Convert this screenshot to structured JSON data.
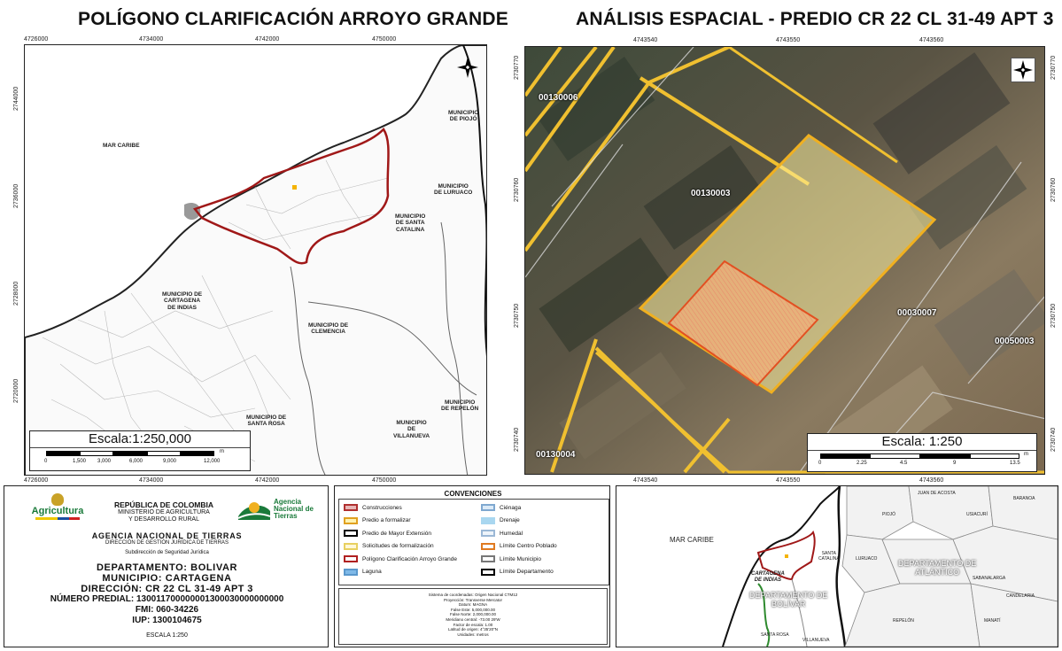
{
  "left_map": {
    "title": "POLÍGONO CLARIFICACIÓN ARROYO GRANDE",
    "x_ticks": [
      "4726000",
      "4734000",
      "4742000",
      "4750000"
    ],
    "y_ticks": [
      "2744000",
      "2736000",
      "2728000",
      "2720000"
    ],
    "labels": {
      "mar_caribe": "MAR CARIBE",
      "piojo": "MUNICIPIO\nDE PIOJÓ",
      "luruaco": "MUNICIPIO\nDE LURUACO",
      "santa_catalina": "MUNICIPIO\nDE SANTA\nCATALINA",
      "cartagena": "MUNICIPIO DE\nCARTAGENA\nDE INDIAS",
      "clemencia": "MUNICIPIO DE\nCLEMENCIA",
      "santa_rosa": "MUNICIPIO DE\nSANTA ROSA",
      "villanueva": "MUNICIPIO\nDE\nVILLANUEVA",
      "repelon": "MUNICIPIO\nDE REPELÓN"
    },
    "scale": {
      "text": "Escala:1:250,000",
      "marks": [
        "0",
        "1,500",
        "3,000",
        "6,000",
        "9,000",
        "12,000"
      ],
      "unit": "m"
    }
  },
  "right_map": {
    "title": "ANÁLISIS ESPACIAL - PREDIO CR 22 CL 31-49 APT 3",
    "x_ticks": [
      "4743540",
      "4743550",
      "4743560"
    ],
    "y_ticks": [
      "2730770",
      "2730760",
      "2730750",
      "2730740"
    ],
    "parcels": {
      "p1": "00130006",
      "p2": "00130003",
      "p3": "00030007",
      "p4": "00050003",
      "p5": "00130004"
    },
    "scale": {
      "text": "Escala: 1:250",
      "marks": [
        "0",
        "2.25",
        "4.5",
        "9",
        "13.5"
      ],
      "unit": "m"
    }
  },
  "info": {
    "logo_agricultura": "Agricultura",
    "logo_ant": "Agencia Nacional de Tierras",
    "republica": "REPÚBLICA DE COLOMBIA",
    "ministerio_1": "MINISTERIO DE AGRICULTURA",
    "ministerio_2": "Y DESARROLLO RURAL",
    "agencia": "AGENCIA NACIONAL DE TIERRAS",
    "direccion_gestion": "DIRECCIÓN DE GESTIÓN JURÍDICA DE TIERRAS",
    "subdireccion": "Subdirección de Seguridad Jurídica",
    "departamento": "DEPARTAMENTO: BOLIVAR",
    "municipio": "MUNICIPIO: CARTAGENA",
    "direccion": "DIRECCIÓN: CR 22 CL 31-49 APT 3",
    "predial": "NÚMERO PREDIAL: 130011700000001300030000000000",
    "fmi": "FMI: 060-34226",
    "iup": "IUP: 1300104675",
    "escala": "ESCALA 1:250"
  },
  "legend": {
    "title": "CONVENCIONES",
    "items_left": [
      {
        "label": "Construcciones",
        "fill": "#e8b7b7",
        "stroke": "#b03030"
      },
      {
        "label": "Predio a formalizar",
        "fill": "#fff3b0",
        "stroke": "#e0a020"
      },
      {
        "label": "Predio de Mayor Extensión",
        "fill": "#ffffff",
        "stroke": "#000000"
      },
      {
        "label": "Solicitudes de formalización",
        "fill": "#fff8d8",
        "stroke": "#e8d060"
      },
      {
        "label": "Polígono Clarificación Arroyo Grande",
        "fill": "#ffffff",
        "stroke": "#b02020"
      },
      {
        "label": "Laguna",
        "fill": "#7fb9e8",
        "stroke": "#5a98cc"
      }
    ],
    "items_right": [
      {
        "label": "Ciénaga",
        "fill": "#dbeaf7",
        "stroke": "#7fa8d0"
      },
      {
        "label": "Drenaje",
        "fill": "#a9d7f0",
        "stroke": "#a9d7f0"
      },
      {
        "label": "Humedal",
        "fill": "#eef4fa",
        "stroke": "#9bb8d6"
      },
      {
        "label": "Límite Centro Poblado",
        "fill": "#ffffff",
        "stroke": "#e07a20"
      },
      {
        "label": "Límite Municipio",
        "fill": "#ffffff",
        "stroke": "#777777"
      },
      {
        "label": "Límite Departamento",
        "fill": "#ffffff",
        "stroke": "#000000"
      }
    ],
    "coord_lines": [
      "Sistema de coordenadas: Origen Nacional CTM12",
      "Proyección: Transverse Mercator",
      "Datum: MAGNA",
      "False Este: 5,000,000.00",
      "False Norte: 2,000,000.00",
      "Meridiano central: -73.00 29'W",
      "Factor de escala: 1.00",
      "Latitud de origen: 4°35'20\"N",
      "Unidades: metros"
    ]
  },
  "locator": {
    "labels": {
      "mar_caribe": "MAR CARIBE",
      "juan_de_acosta": "JUAN DE ACOSTA",
      "baranoa": "BARANOA",
      "piojo": "PIOJÓ",
      "usiacuri": "USIACURÍ",
      "luruaco": "LURUACO",
      "santa_catalina": "SANTA\nCATALINA",
      "cartagena": "CARTAGENA\nDE INDIAS",
      "dept_bolivar": "DEPARTAMENTO DE\nBOLÍVAR",
      "dept_atlantico": "DEPARTAMENTO DE\nATLÁNTICO",
      "sabanalarga": "SABANALARGA",
      "repelon": "REPELÓN",
      "candelaria": "CANDELARIA",
      "manati": "MANATÍ",
      "santa_rosa": "SANTA ROSA",
      "villanueva": "VILLANUEVA"
    }
  }
}
